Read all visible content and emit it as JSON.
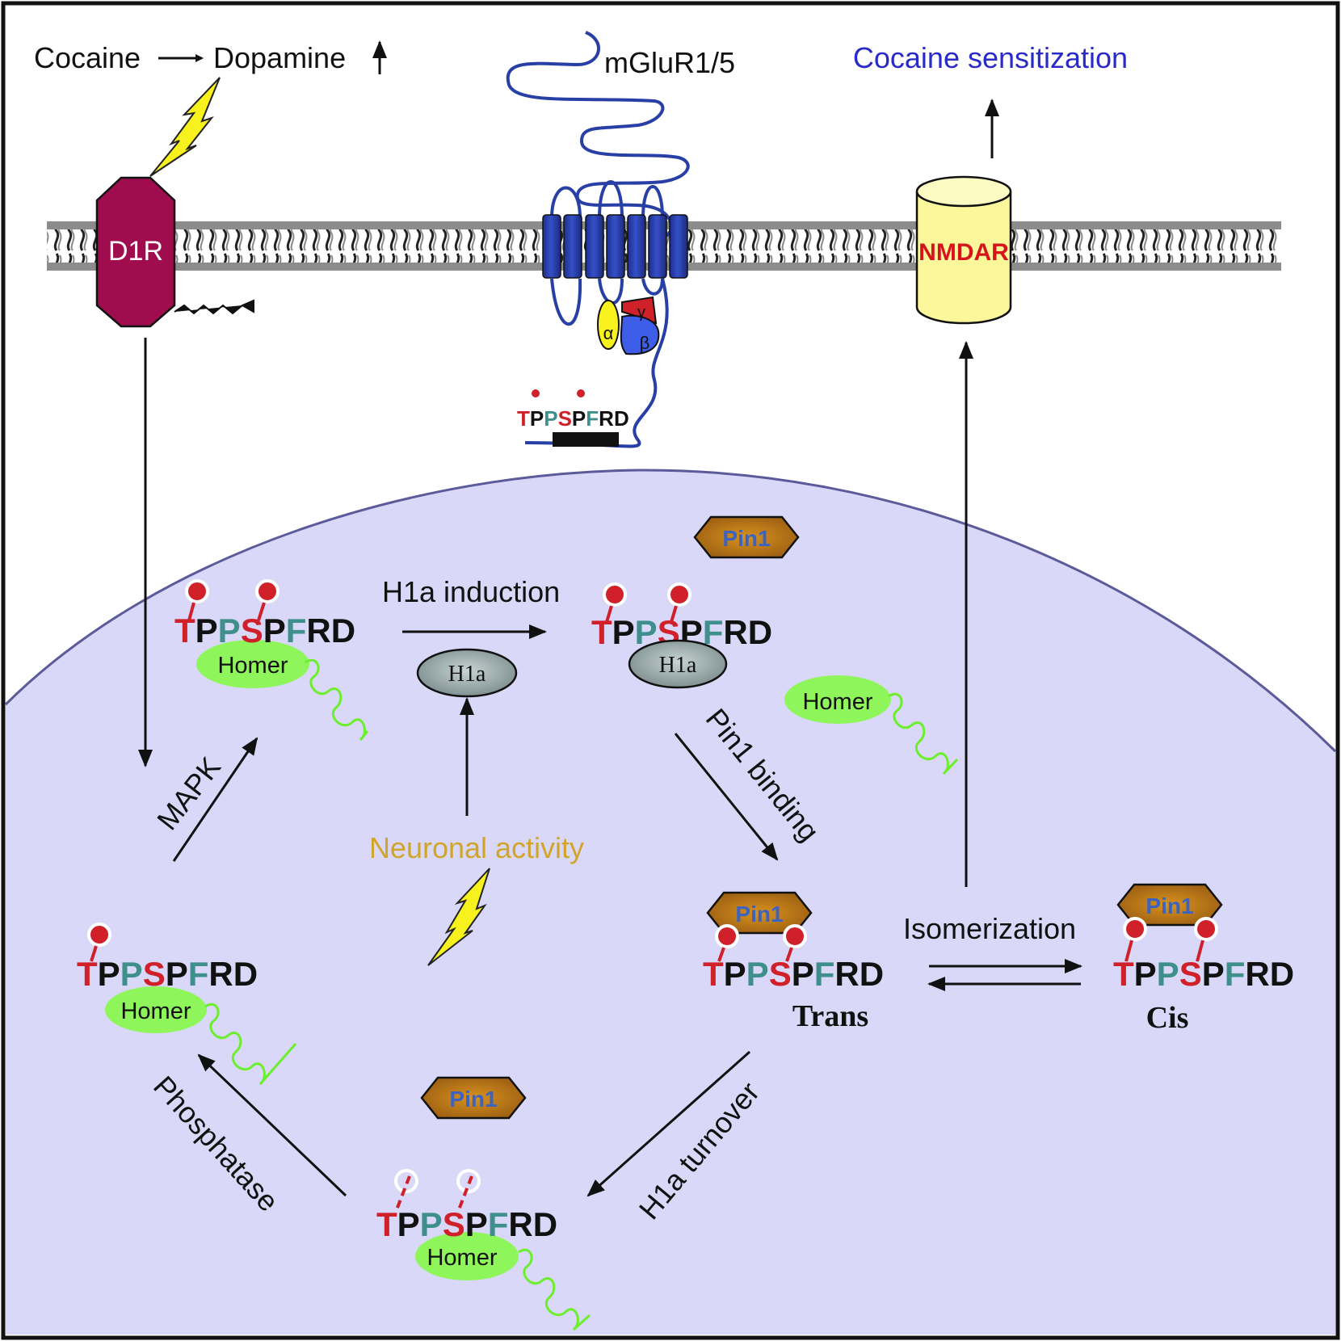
{
  "title_line": {
    "cocaine": "Cocaine",
    "arrow": "→",
    "dopamine": "Dopamine",
    "up_arrow": "↑"
  },
  "membrane": {
    "receptors": {
      "d1r": "D1R",
      "mglur": "mGluR1/5",
      "nmdar": "NMDAR"
    },
    "g_protein": {
      "alpha": "α",
      "beta": "β",
      "gamma": "γ"
    }
  },
  "outcome": "Cocaine sensitization",
  "sequence": {
    "letters": [
      "T",
      "P",
      "P",
      "S",
      "P",
      "F",
      "R",
      "D"
    ],
    "colors": [
      "#d0202a",
      "#111111",
      "#3f8f8c",
      "#d0202a",
      "#111111",
      "#3f8f8c",
      "#111111",
      "#111111"
    ]
  },
  "proteins": {
    "homer": "Homer",
    "h1a": "H1a",
    "pin1": "Pin1"
  },
  "steps": {
    "h1a_induction": "H1a induction",
    "neuronal_activity": "Neuronal activity",
    "mapk": "MAPK",
    "pin1_binding": "Pin1 binding",
    "isomerization": "Isomerization",
    "h1a_turnover": "H1a turnover",
    "phosphatase": "Phosphatase"
  },
  "conformers": {
    "trans": "Trans",
    "cis": "Cis"
  },
  "colors": {
    "cell_fill": "#dad8f8",
    "cell_edge": "#5b5a9a",
    "d1r": "#a00d4e",
    "mglur": "#283fa6",
    "nmdar_fill": "#fbf79a",
    "nmdar_text": "#d5141d",
    "outcome_text": "#2a2ac8",
    "homer": "#8ef55a",
    "pin1": "#b27218",
    "phospho": "#d0202a",
    "activity_text": "#d0a52a",
    "bolt": "#f7f21d"
  }
}
